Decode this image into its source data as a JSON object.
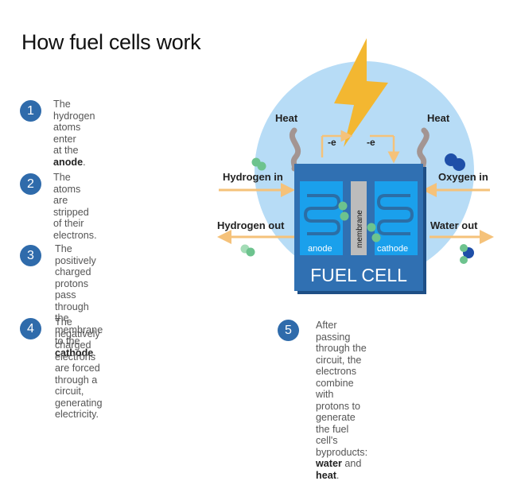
{
  "title": "How fuel cells work",
  "steps": [
    {
      "num": "1",
      "lines": [
        [
          "The hydrogen atoms enter",
          ""
        ],
        [
          "at the ",
          "anode"
        ],
        [
          ".",
          ""
        ]
      ]
    },
    {
      "num": "2",
      "lines": [
        [
          "The atoms are stripped",
          ""
        ],
        [
          "of their electrons.",
          ""
        ]
      ]
    },
    {
      "num": "3",
      "lines": [
        [
          "The positively charged",
          ""
        ],
        [
          "protons pass through the",
          ""
        ],
        [
          "membrane to the ",
          "cathode"
        ],
        [
          ".",
          ""
        ]
      ]
    },
    {
      "num": "4",
      "lines": [
        [
          "The negatively charged",
          ""
        ],
        [
          "electrons are forced through a",
          ""
        ],
        [
          "circuit, generating electricity.",
          ""
        ]
      ]
    },
    {
      "num": "5",
      "lines": [
        [
          "After passing through the circuit, the",
          ""
        ],
        [
          "electrons combine with protons to",
          ""
        ],
        [
          "generate the fuel cell's byproducts:",
          ""
        ],
        [
          "",
          "water"
        ],
        [
          " and ",
          ""
        ],
        [
          "",
          "heat"
        ],
        [
          ".",
          ""
        ]
      ]
    }
  ],
  "diagram": {
    "heat_left": "Heat",
    "heat_right": "Heat",
    "electron_left": "-e",
    "electron_right": "-e",
    "hydrogen_in": "Hydrogen in",
    "hydrogen_out": "Hydrogen out",
    "oxygen_in": "Oxygen in",
    "water_out": "Water out",
    "membrane": "membrane",
    "anode": "anode",
    "cathode": "cathode",
    "cell_label": "FUEL CELL"
  },
  "colors": {
    "circle_bg": "#b7dcf6",
    "cell_box": "#3070b2",
    "panel": "#1aa0ec",
    "membrane": "#bcbcbc",
    "bolt": "#f3b731",
    "arrow": "#f5c27a",
    "hydrogen": "#6dc38e",
    "oxygen": "#1f4fa8",
    "badge": "#2f6bab",
    "smoke": "#9c7e70"
  },
  "icons": [
    "lightning-bolt-icon",
    "steam-icon",
    "hydrogen-molecule-icon",
    "oxygen-molecule-icon",
    "water-molecule-icon"
  ]
}
